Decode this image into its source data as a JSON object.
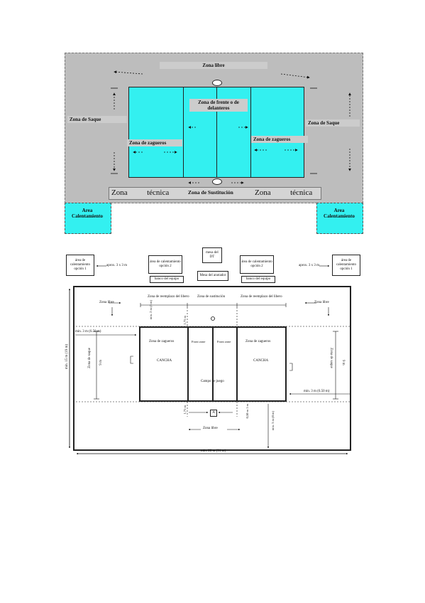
{
  "top": {
    "zona_libre": "Zona libre",
    "zona_saque_left": "Zona de Saque",
    "zona_saque_right": "Zona de Saque",
    "zona_frente": "Zona de frente o de delanteros",
    "zona_zagueros_left": "Zona de zagueros",
    "zona_zagueros_right": "Zona de zagueros",
    "zona_tecnica_left": "Zona          técnica",
    "zona_sustitucion": "Zona de Sustitución",
    "zona_tecnica_right": "Zona          técnica",
    "area_calentamiento_left": "Area Calentamiento",
    "area_calentamiento_right": "Area Calentamiento"
  },
  "bottom": {
    "area_cal_left": "área de calentamiento opción 1",
    "aprox_left": "aprox. 3 x 3 m",
    "area_cal_mid_left": "área de calentamiento opción 2",
    "banco_left": "banco del equipo",
    "mesa_dt": "mesa del DT",
    "mesa_anotador": "Mesa del anotador",
    "area_cal_mid_right": "área de calentamiento opción 2",
    "banco_right": "banco del equipo",
    "aprox_right": "aprox. 3 x 3 m",
    "area_cal_right": "área de calentamiento opción 1",
    "zona_libre_top_left": "Zona libre",
    "zona_libre_top_right": "Zona libre",
    "zona_reemplazo_left": "Zona de reemplazo del libero",
    "zona_sustitucion": "Zona de sustitución",
    "zona_reemplazo_right": "Zona de reemplazo del libero",
    "min_2m": "min. 2 m (5 m)",
    "m175": "1,75 m",
    "min3_left": "min. 3 m (6.50 m)",
    "zona_zagueros_left": "Zona de zagueros",
    "front_zone_left": "Front zone",
    "front_zone_right": "Front zone",
    "zona_zagueros_right": "Zona de zagueros",
    "cancha_left": "CANCHA",
    "cancha_right": "CANCHA",
    "campo_juego": "Campo de juego",
    "zona_saque_left": "Zona de saque",
    "zona_saque_right": "Zona de saque",
    "nine_m_left": "9 m",
    "nine_m_right": "9 m",
    "min3_right": "min. 3 m (6.50 m)",
    "min15": "min. 15 m (19 m)",
    "m175b": "1,75 m",
    "m1": "0,50 m 1 m",
    "min3_bottom": "min. 3 m (8 m)",
    "zona_libre_bottom": "Zona libre",
    "min28": "min. 28 m (31 m)",
    "marker_a": "A"
  },
  "colors": {
    "court": "#33f0f0",
    "free_zone": "#bdbdbd",
    "label_bg": "#cccccc"
  }
}
